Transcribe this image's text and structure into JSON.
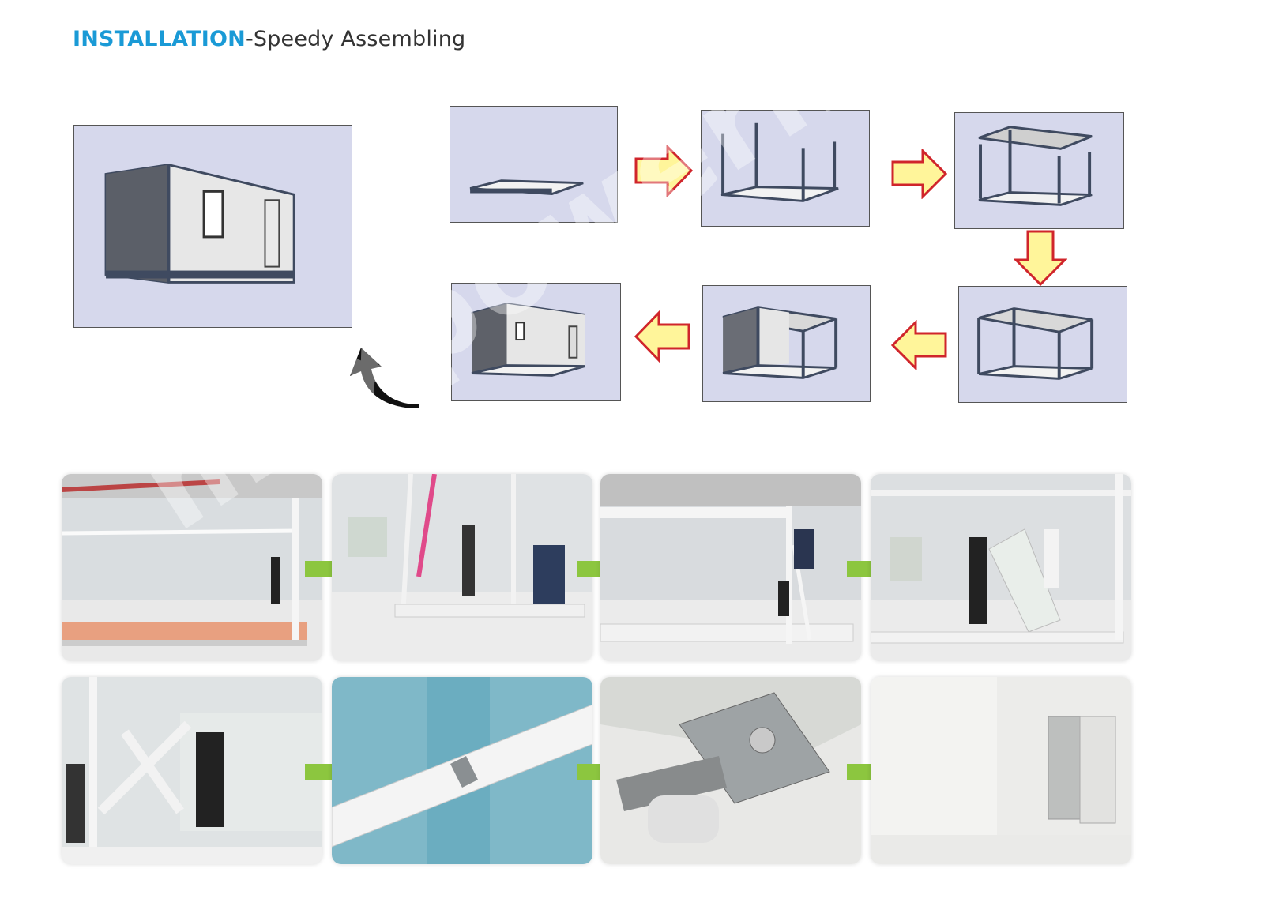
{
  "header": {
    "title_accent": "INSTALLATION",
    "title_rest": "-Speedy Assembling"
  },
  "colors": {
    "accent": "#1a9ad6",
    "panel_bg": "#d6d8ec",
    "flow_arrow_fill": "#fff59a",
    "flow_arrow_stroke": "#d0252b",
    "photo_arrow": "#8cc63f"
  },
  "diagram": {
    "steps": [
      "floor-frame",
      "corner-posts",
      "roof-frame",
      "complete-frame",
      "partial-walls",
      "wall-panels"
    ],
    "final": "finished-container-house"
  },
  "photos": [
    "floor-frame-placement",
    "lifting-columns",
    "roof-frame-fixing",
    "wall-panel-install",
    "wall-panel-raise",
    "panel-joint-closeup",
    "bolt-connection-closeup",
    "finished-door"
  ],
  "watermark": "maxpowerhouse.com"
}
